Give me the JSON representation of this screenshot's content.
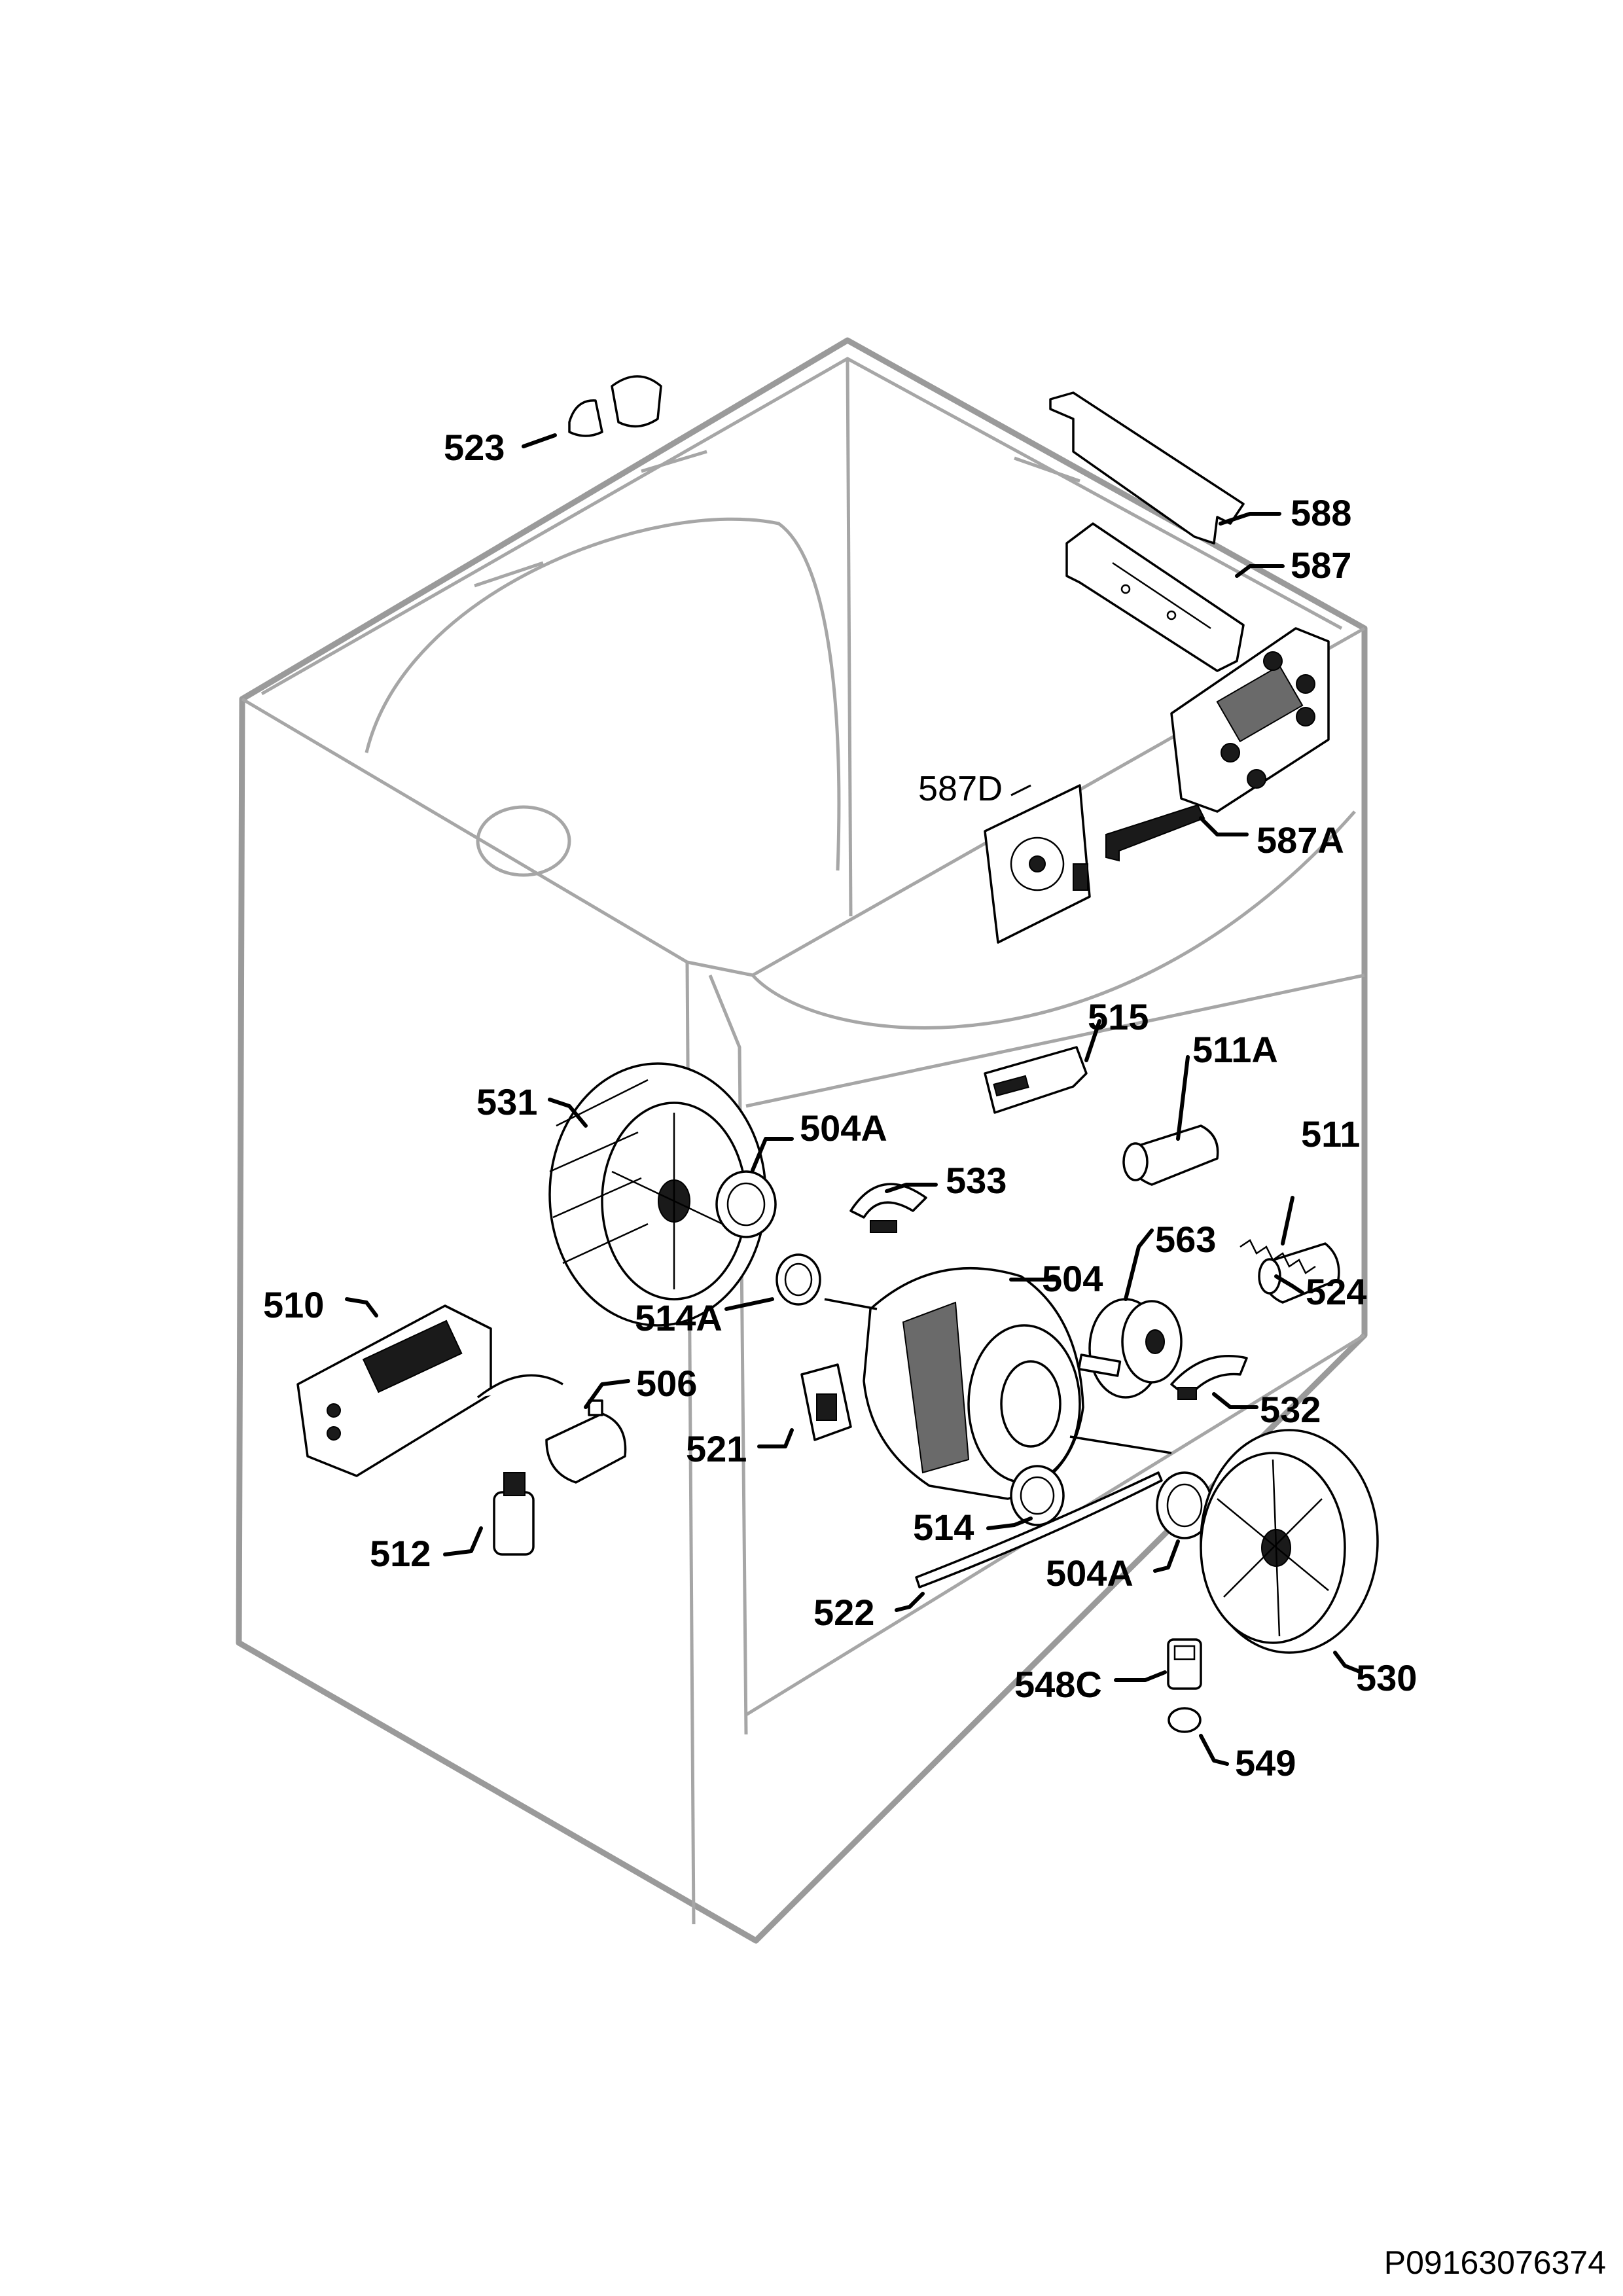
{
  "callouts": [
    {
      "id": "523",
      "label": "523"
    },
    {
      "id": "588",
      "label": "588"
    },
    {
      "id": "587",
      "label": "587"
    },
    {
      "id": "587D",
      "label": "587D"
    },
    {
      "id": "587A",
      "label": "587A"
    },
    {
      "id": "515",
      "label": "515"
    },
    {
      "id": "511A",
      "label": "511A"
    },
    {
      "id": "511",
      "label": "511"
    },
    {
      "id": "531",
      "label": "531"
    },
    {
      "id": "504A-upper",
      "label": "504A"
    },
    {
      "id": "533",
      "label": "533"
    },
    {
      "id": "563",
      "label": "563"
    },
    {
      "id": "524",
      "label": "524"
    },
    {
      "id": "504",
      "label": "504"
    },
    {
      "id": "514A",
      "label": "514A"
    },
    {
      "id": "510",
      "label": "510"
    },
    {
      "id": "506",
      "label": "506"
    },
    {
      "id": "521",
      "label": "521"
    },
    {
      "id": "532",
      "label": "532"
    },
    {
      "id": "512",
      "label": "512"
    },
    {
      "id": "514",
      "label": "514"
    },
    {
      "id": "504A-lower",
      "label": "504A"
    },
    {
      "id": "522",
      "label": "522"
    },
    {
      "id": "530",
      "label": "530"
    },
    {
      "id": "548C",
      "label": "548C"
    },
    {
      "id": "549",
      "label": "549"
    }
  ],
  "document_reference": "P09163076374"
}
